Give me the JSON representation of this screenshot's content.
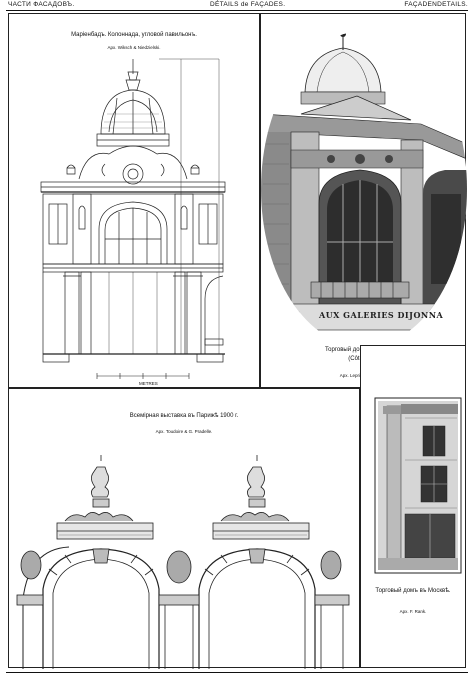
{
  "header": {
    "left": "ЧАСТИ ФАСАДОВЪ.",
    "center": "DÉTAILS de FAÇADES.",
    "right": "FAÇADENDETAILS."
  },
  "plates": [
    {
      "title": "Маріенбадъ. Колоннада, угловой павильонъ.",
      "architect": "Арх. Wiksch & Niedzielski."
    },
    {
      "title": "Торговый домъ въ Дижонъ.",
      "subtitle": "(Côte d'Or)",
      "architect": "Арх. Leprince & Porrot."
    },
    {
      "title": "Всемірная выставка въ Парижѣ 1900 г.",
      "architect": "Арх. Toudoire & G. Pradelle."
    },
    {
      "title": "Торговый домъ въ Москвѣ.",
      "architect": "Арх. F. Rank."
    }
  ],
  "shop_sign": "AUX GALERIES DIJONNA",
  "scale": {
    "unit": "METRES"
  }
}
